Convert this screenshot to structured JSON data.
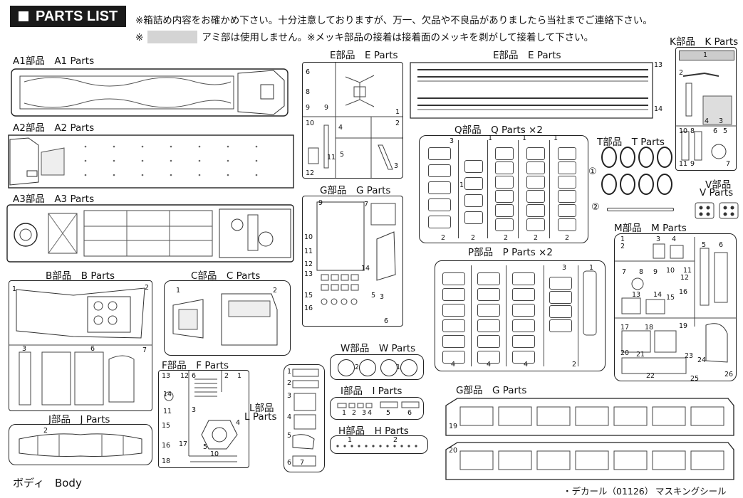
{
  "header": {
    "title": "PARTS LIST",
    "note1": "※箱詰め内容をお確かめ下さい。十分注意しておりますが、万一、欠品や不良品がありましたら当社までご連絡下さい。",
    "note2_prefix": "※",
    "note2_text": "アミ部は使用しません。※メッキ部品の接着は接着面のメッキを剥がして接着して下さい。"
  },
  "labels": {
    "a1": "A1部品　A1 Parts",
    "a2": "A2部品　A2 Parts",
    "a3": "A3部品　A3 Parts",
    "b": "B部品　B Parts",
    "c": "C部品　C Parts",
    "e1": "E部品　E Parts",
    "e2": "E部品　E Parts",
    "k": "K部品　K Parts",
    "q": "Q部品　Q Parts ×2",
    "t": "T部品　T Parts",
    "v1": "V部品",
    "v2": "V Parts",
    "g1": "G部品　G Parts",
    "m": "M部品　M Parts",
    "p": "P部品　P Parts ×2",
    "f": "F部品　F Parts",
    "l1": "L部品",
    "l2": "L Parts",
    "j": "J部品　J Parts",
    "w": "W部品　W Parts",
    "i": "I部品　I Parts",
    "h": "H部品　H Parts",
    "g2": "G部品　G Parts",
    "body": "ボディ　Body",
    "decal": "・デカール（01126）",
    "mask": "マスキングシール",
    "t_circ1": "①",
    "t_circ2": "②"
  },
  "icons": {
    "header_square": "black-square-icon"
  }
}
